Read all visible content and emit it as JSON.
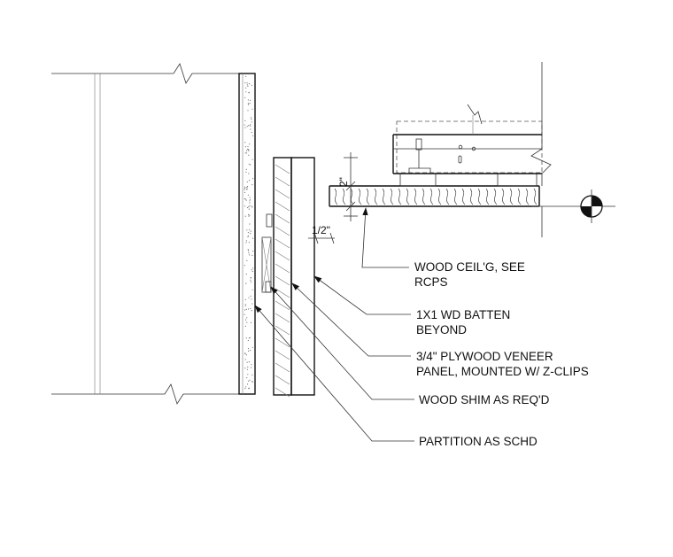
{
  "dimensions": {
    "ceiling_thickness": "2\"",
    "shim_gap": "1/2\""
  },
  "callouts": {
    "wood_ceiling_line1": "WOOD CEIL'G, SEE",
    "wood_ceiling_line2": "RCPS",
    "batten_line1": "1X1 WD BATTEN",
    "batten_line2": "BEYOND",
    "plywood_line1": "3/4\" PLYWOOD VENEER",
    "plywood_line2": "PANEL, MOUNTED W/ Z-CLIPS",
    "shim": "WOOD SHIM AS REQ'D",
    "partition": "PARTITION AS SCHD"
  },
  "symbols": {
    "centerline_marker": "centerline-target-icon",
    "arrowheads": "arrow-icon",
    "break_lines": "break-line-icon"
  }
}
